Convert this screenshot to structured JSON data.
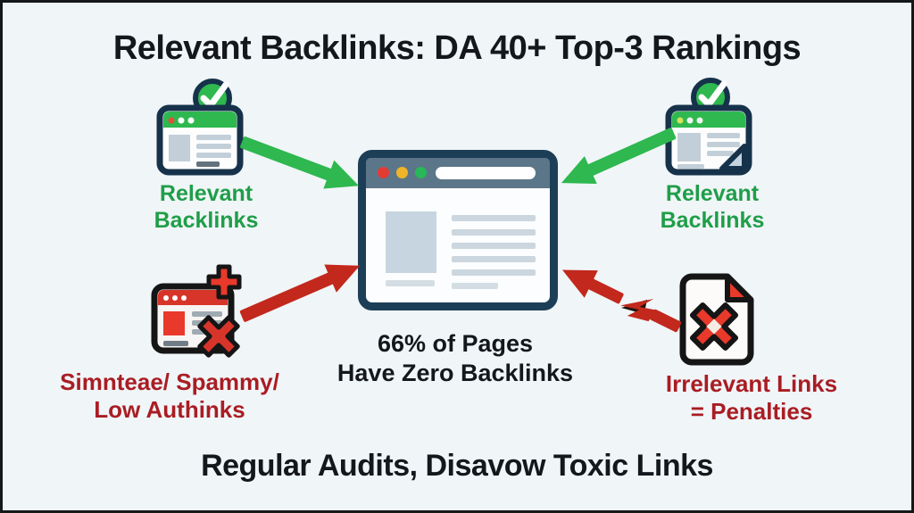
{
  "title": "Relevant Backlinks: DA 40+ Top-3 Rankings",
  "footer": "Regular Audits, Disavow Toxic Links",
  "center_stat": {
    "line1": "66% of Pages",
    "line2": "Have Zero Backlinks"
  },
  "top_left": {
    "line1": "Relevant",
    "line2": "Backlinks",
    "icon": "browser-approved-icon"
  },
  "top_right": {
    "line1": "Relevant",
    "line2": "Backlinks",
    "icon": "browser-approved-page-icon"
  },
  "bottom_left": {
    "line1": "Simnteae/ Spammy/",
    "line2": "Low Authinks",
    "icon": "browser-spam-rejected-icon"
  },
  "bottom_right": {
    "line1": "Irrelevant Links",
    "line2": "= Penalties",
    "icon": "document-rejected-icon"
  },
  "colors": {
    "background": "#f0f5f8",
    "frame": "#15181b",
    "heading_text": "#14171b",
    "green_arrow": "#2eb84f",
    "green_text": "#1f9e48",
    "red_arrow": "#c2281c",
    "red_icon": "#e8392b",
    "red_text": "#a91d23",
    "navy_outline": "#1d3e57",
    "titlebar_slate": "#5c7689",
    "dot_red": "#e23b34",
    "dot_yellow": "#f0b429",
    "dot_green": "#27b857"
  }
}
